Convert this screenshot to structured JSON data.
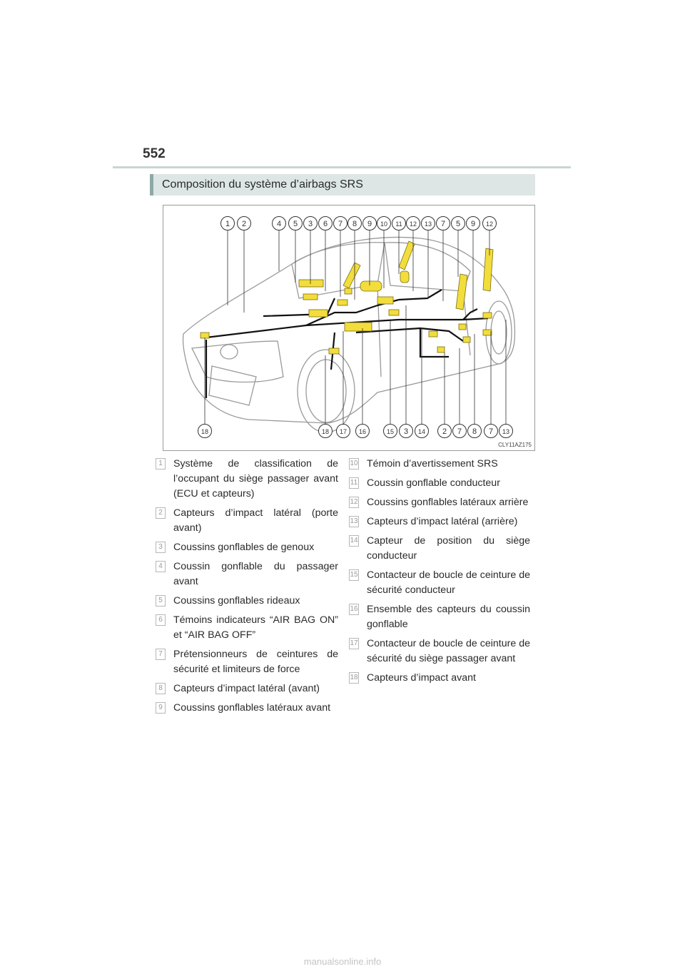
{
  "page": {
    "number": "552",
    "section_title": "Composition du système d’airbags SRS",
    "figure_code": "CLY11AZ175",
    "footer": "manualsonline.info"
  },
  "callouts_top": [
    "1",
    "2",
    "4",
    "5",
    "3",
    "6",
    "7",
    "8",
    "9",
    "10",
    "11",
    "12",
    "13",
    "7",
    "5",
    "9",
    "12"
  ],
  "callouts_bottom": [
    "18",
    "18",
    "17",
    "16",
    "15",
    "3",
    "14",
    "2",
    "7",
    "8",
    "7",
    "13"
  ],
  "legend_left": [
    {
      "num": "1",
      "text": "Système de classification de l’occupant du siège passager avant (ECU et capteurs)"
    },
    {
      "num": "2",
      "text": "Capteurs d’impact latéral (porte avant)"
    },
    {
      "num": "3",
      "text": "Coussins gonflables de genoux"
    },
    {
      "num": "4",
      "text": "Coussin gonflable du passager avant"
    },
    {
      "num": "5",
      "text": "Coussins gonflables rideaux"
    },
    {
      "num": "6",
      "text": "Témoins indicateurs “AIR BAG ON” et “AIR BAG OFF”"
    },
    {
      "num": "7",
      "text": "Prétensionneurs de ceintures de sécurité et limiteurs de force"
    },
    {
      "num": "8",
      "text": "Capteurs d’impact latéral (avant)"
    },
    {
      "num": "9",
      "text": "Coussins gonflables latéraux avant"
    }
  ],
  "legend_right": [
    {
      "num": "10",
      "text": "Témoin d’avertissement SRS"
    },
    {
      "num": "11",
      "text": "Coussin gonflable conducteur"
    },
    {
      "num": "12",
      "text": "Coussins gonflables latéraux arrière"
    },
    {
      "num": "13",
      "text": "Capteurs d’impact latéral (arrière)"
    },
    {
      "num": "14",
      "text": "Capteur de position du siège conducteur"
    },
    {
      "num": "15",
      "text": "Contacteur de boucle de ceinture de sécurité conducteur"
    },
    {
      "num": "16",
      "text": "Ensemble des capteurs du coussin gonflable"
    },
    {
      "num": "17",
      "text": "Contacteur de boucle de ceinture de sécurité du siège passager avant"
    },
    {
      "num": "18",
      "text": "Capteurs d’impact avant"
    }
  ],
  "colors": {
    "component": "#f2dd3c",
    "wiring": "#111111",
    "heading_bg": "#dde6e5"
  }
}
